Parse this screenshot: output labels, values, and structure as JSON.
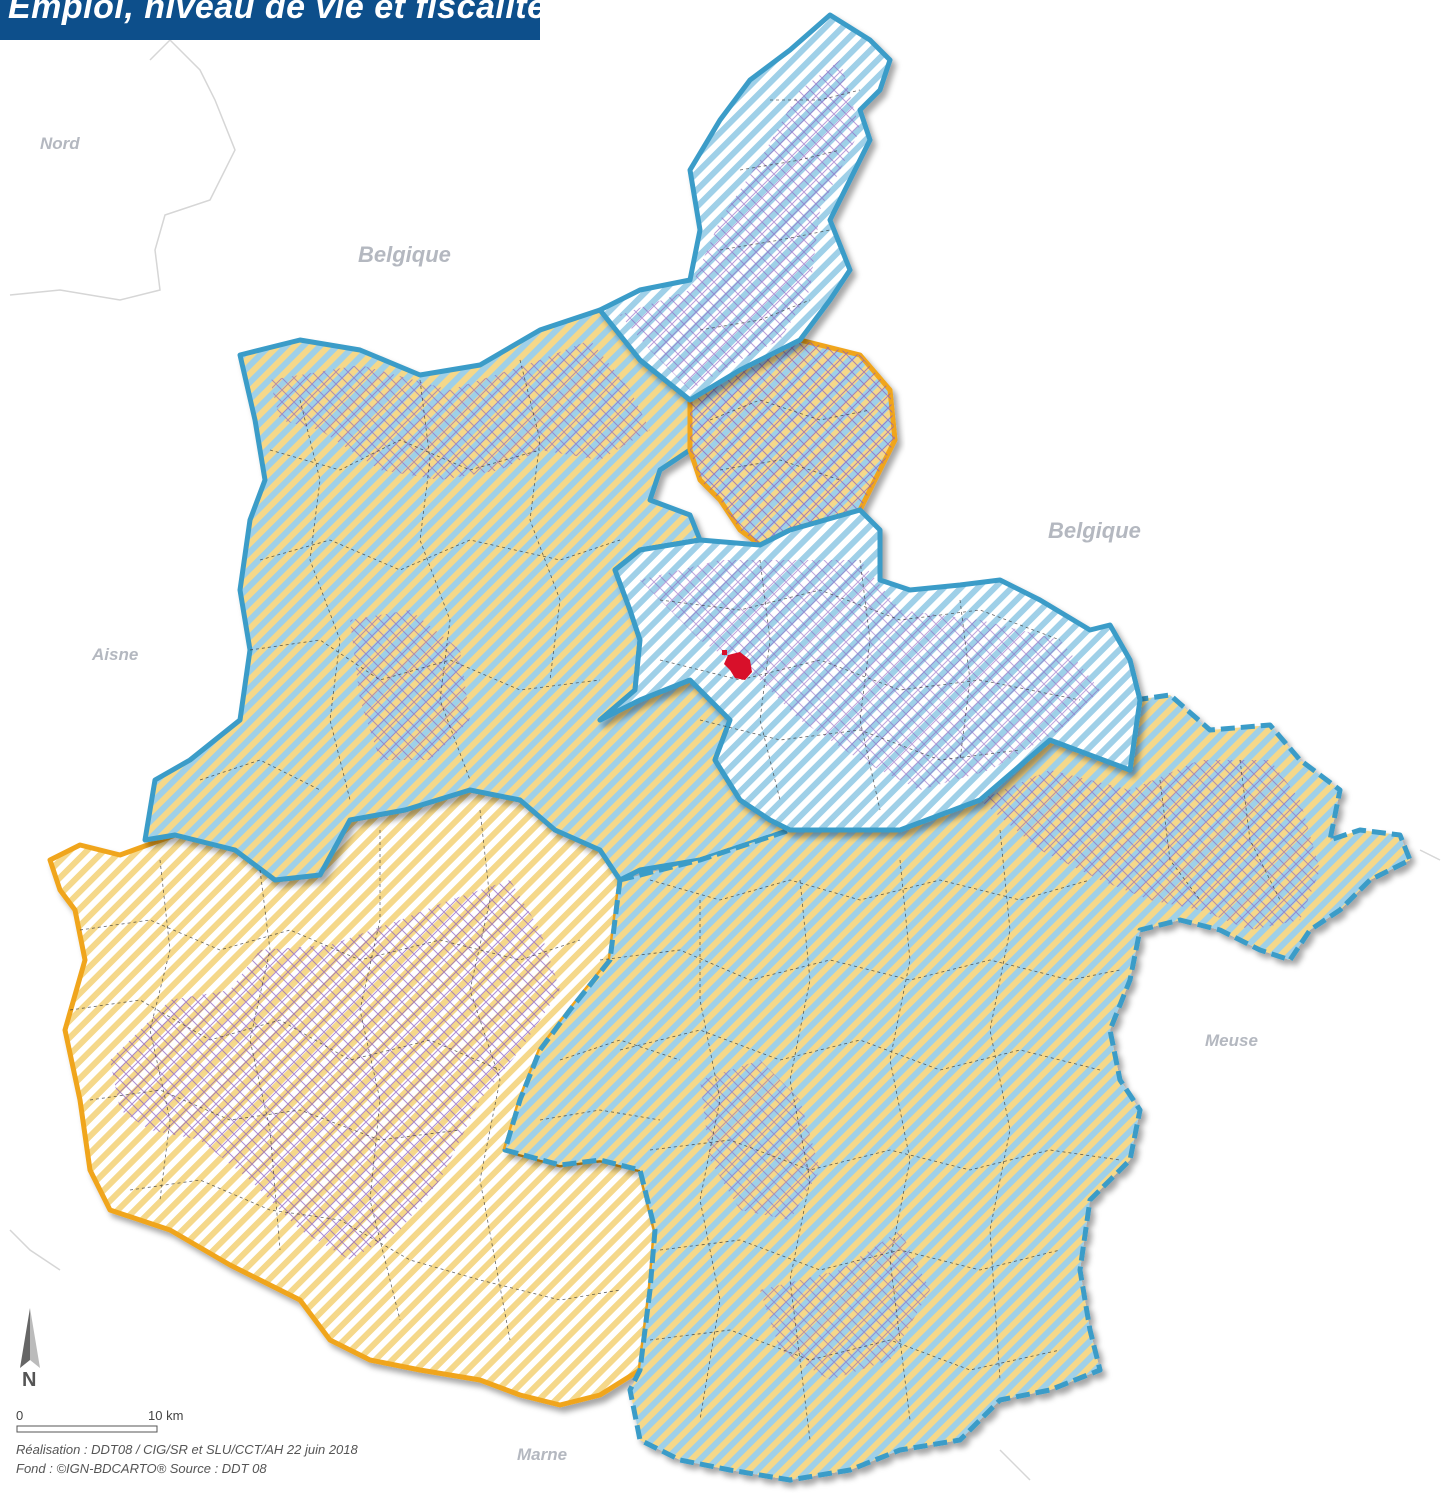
{
  "title": "Emploi, niveau de vie et fiscalité",
  "neighbors": {
    "nord": "Nord",
    "belgique_west": "Belgique",
    "belgique_east": "Belgique",
    "aisne": "Aisne",
    "meuse": "Meuse",
    "marne": "Marne"
  },
  "north_arrow": {
    "label": "N"
  },
  "scale_bar": {
    "start_label": "0",
    "end_label": "10 km"
  },
  "credits": {
    "line1": "Réalisation : DDT08 / CIG/SR et SLU/CCT/AH 22 juin 2018",
    "line2": "Fond : ©IGN-BDCARTO® Source : DDT 08"
  },
  "colors": {
    "blue_stripe": "#9fd0e8",
    "yellow_stripe": "#f5d88a",
    "blue_border": "#3a9cc8",
    "orange_border": "#f0a51c",
    "purple_crosshatch": "#8a5cc0",
    "city_marker": "#d8102a",
    "title_bg": "#0d4f8b"
  },
  "icons": {
    "north": "north-arrow-icon",
    "city": "city-marker-icon"
  }
}
